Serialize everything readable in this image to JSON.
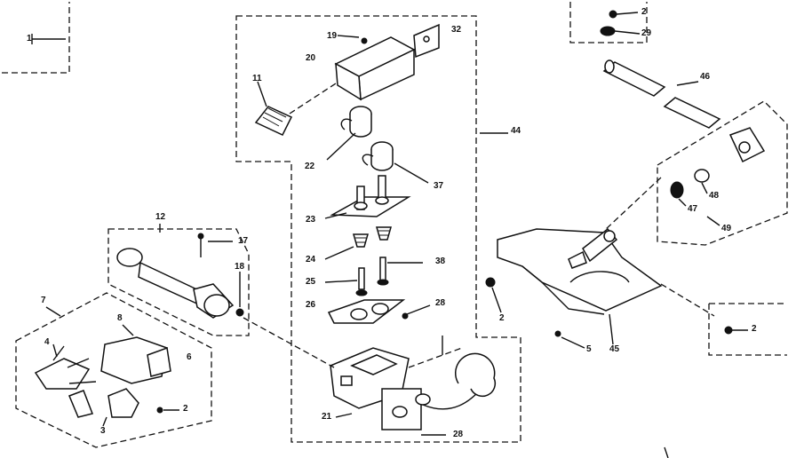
{
  "labels": {
    "l1": "1",
    "l2a": "2",
    "l29": "29",
    "l19": "19",
    "l32": "32",
    "l20": "20",
    "l11": "11",
    "l44": "44",
    "l22": "22",
    "l37": "37",
    "l23": "23",
    "l24": "24",
    "l38": "38",
    "l25": "25",
    "l26": "26",
    "l28": "28",
    "l21": "21",
    "l28b": "28",
    "l12": "12",
    "l17": "17",
    "l18": "18",
    "l7": "7",
    "l8": "8",
    "l4": "4",
    "l6": "6",
    "l2b": "2",
    "l3": "3",
    "l46": "46",
    "l48": "48",
    "l47": "47",
    "l49": "49",
    "l2c": "2",
    "l5": "5",
    "l45": "45",
    "l2d": "2"
  }
}
